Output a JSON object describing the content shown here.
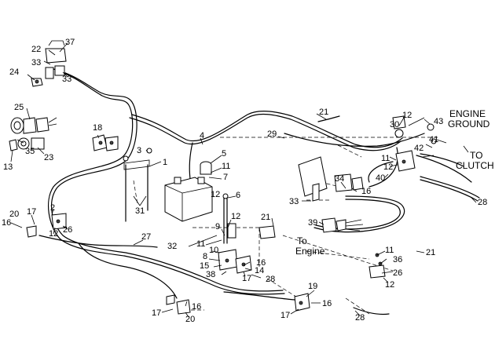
{
  "callouts": [
    {
      "text": "37"
    },
    {
      "text": "22"
    },
    {
      "text": "33"
    },
    {
      "text": "24"
    },
    {
      "text": "33"
    },
    {
      "text": "25"
    },
    {
      "text": "35"
    },
    {
      "text": "23"
    },
    {
      "text": "13"
    },
    {
      "text": "18"
    },
    {
      "text": "3"
    },
    {
      "text": "1"
    },
    {
      "text": "31"
    },
    {
      "text": "4"
    },
    {
      "text": "5"
    },
    {
      "text": "11"
    },
    {
      "text": "7"
    },
    {
      "text": "12"
    },
    {
      "text": "6"
    },
    {
      "text": "21"
    },
    {
      "text": "29"
    },
    {
      "text": "12"
    },
    {
      "text": "30"
    },
    {
      "text": "43"
    },
    {
      "text": "42"
    },
    {
      "text": "41"
    },
    {
      "text": "11"
    },
    {
      "text": "12"
    },
    {
      "text": "40"
    },
    {
      "text": "34"
    },
    {
      "text": "16"
    },
    {
      "text": "33"
    },
    {
      "text": "39"
    },
    {
      "text": "28"
    },
    {
      "text": "20"
    },
    {
      "text": "17"
    },
    {
      "text": "16"
    },
    {
      "text": "2"
    },
    {
      "text": "12"
    },
    {
      "text": "26"
    },
    {
      "text": "27"
    },
    {
      "text": "12"
    },
    {
      "text": "9"
    },
    {
      "text": "32"
    },
    {
      "text": "11"
    },
    {
      "text": "10"
    },
    {
      "text": "8"
    },
    {
      "text": "15"
    },
    {
      "text": "38"
    },
    {
      "text": "16"
    },
    {
      "text": "14"
    },
    {
      "text": "17"
    },
    {
      "text": "28"
    },
    {
      "text": "21"
    },
    {
      "text": "11"
    },
    {
      "text": "36"
    },
    {
      "text": "21"
    },
    {
      "text": "26"
    },
    {
      "text": "12"
    },
    {
      "text": "19"
    },
    {
      "text": "16"
    },
    {
      "text": "17"
    },
    {
      "text": "28"
    },
    {
      "text": "17"
    },
    {
      "text": "16"
    },
    {
      "text": "20"
    }
  ],
  "notes": {
    "engine_ground_1": "ENGINE",
    "engine_ground_2": "GROUND",
    "to_clutch_1": "TO",
    "to_clutch_2": "CLUTCH",
    "to_engine_1": "To",
    "to_engine_2": "Engine"
  }
}
